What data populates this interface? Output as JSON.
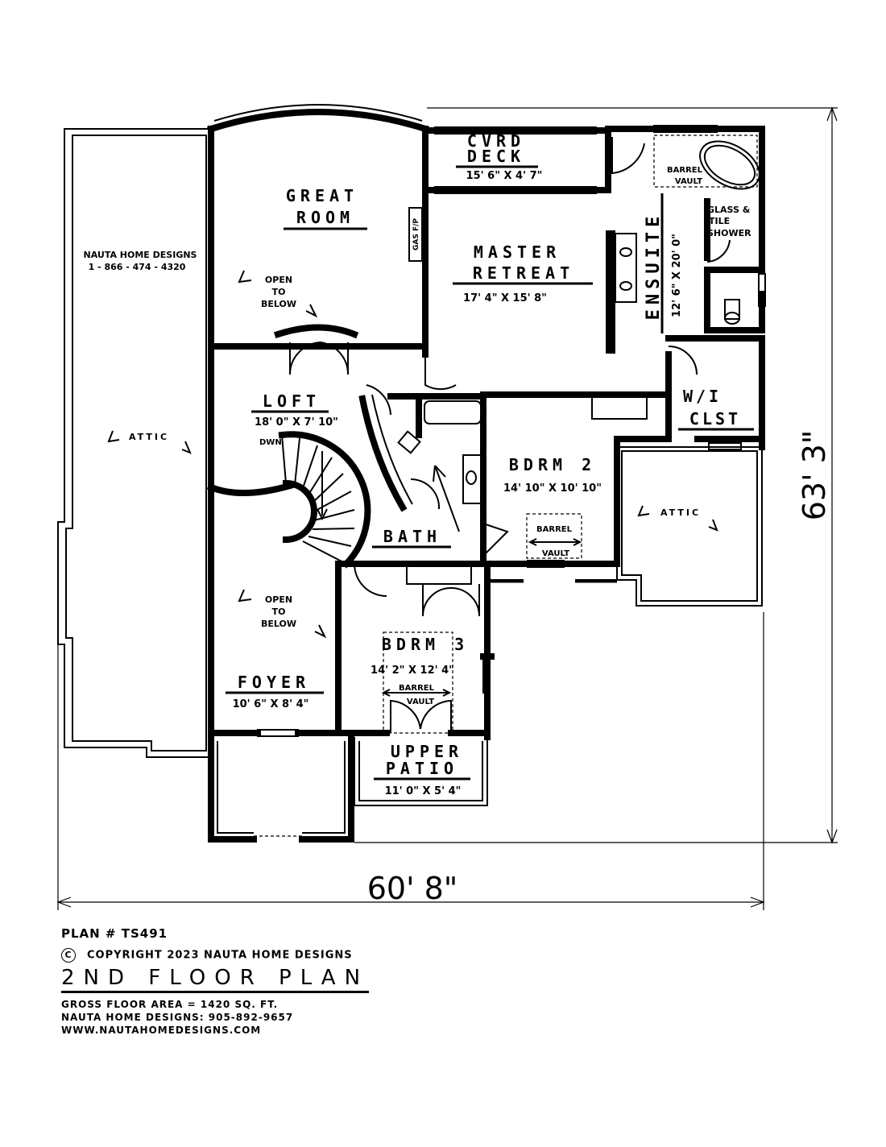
{
  "plan": {
    "rooms": {
      "great_room": [
        "GREAT",
        "ROOM"
      ],
      "cvrd_deck": [
        "CVRD",
        "DECK"
      ],
      "cvrd_deck_size": "15' 6\" X 4' 7\"",
      "master_retreat": [
        "MASTER",
        "RETREAT"
      ],
      "master_retreat_size": "17' 4\" X 15' 8\"",
      "ensuite": "ENSUITE",
      "ensuite_size": "12' 6\" X 20' 0\"",
      "glass_tile_shower": [
        "GLASS &",
        "TILE",
        "SHOWER"
      ],
      "barrel_vault": [
        "BARREL",
        "VAULT"
      ],
      "gas_fp": "GAS F/P",
      "loft": "LOFT",
      "loft_size": "18' 0\" X 7' 10\"",
      "dwn": "DWN",
      "bath": "BATH",
      "bdrm2": "BDRM 2",
      "bdrm2_size": "14' 10\" X 10' 10\"",
      "bdrm3": "BDRM 3",
      "bdrm3_size": "14' 2\" X 12' 4\"",
      "wi_clst": [
        "W/I",
        "CLST"
      ],
      "foyer": "FOYER",
      "foyer_size": "10' 6\" X 8' 4\"",
      "upper_patio": [
        "UPPER",
        "PATIO"
      ],
      "upper_patio_size": "11' 0\" X 5' 4\"",
      "attic": "ATTIC",
      "open_to_below": [
        "OPEN",
        "TO",
        "BELOW"
      ]
    },
    "company_label": [
      "NAUTA HOME DESIGNS",
      "1 - 866 - 474 - 4320"
    ],
    "dimension_width": "60' 8\"",
    "dimension_depth": "63' 3\""
  },
  "footer": {
    "plan_number": "PLAN # TS491",
    "copyright_symbol": "C",
    "copyright": "COPYRIGHT 2023 NAUTA HOME DESIGNS",
    "title": "2ND FLOOR PLAN",
    "gross_area": "GROSS FLOOR AREA = 1420 SQ. FT.",
    "phone": "NAUTA HOME DESIGNS: 905-892-9657",
    "website": "WWW.NAUTAHOMEDESIGNS.COM"
  }
}
